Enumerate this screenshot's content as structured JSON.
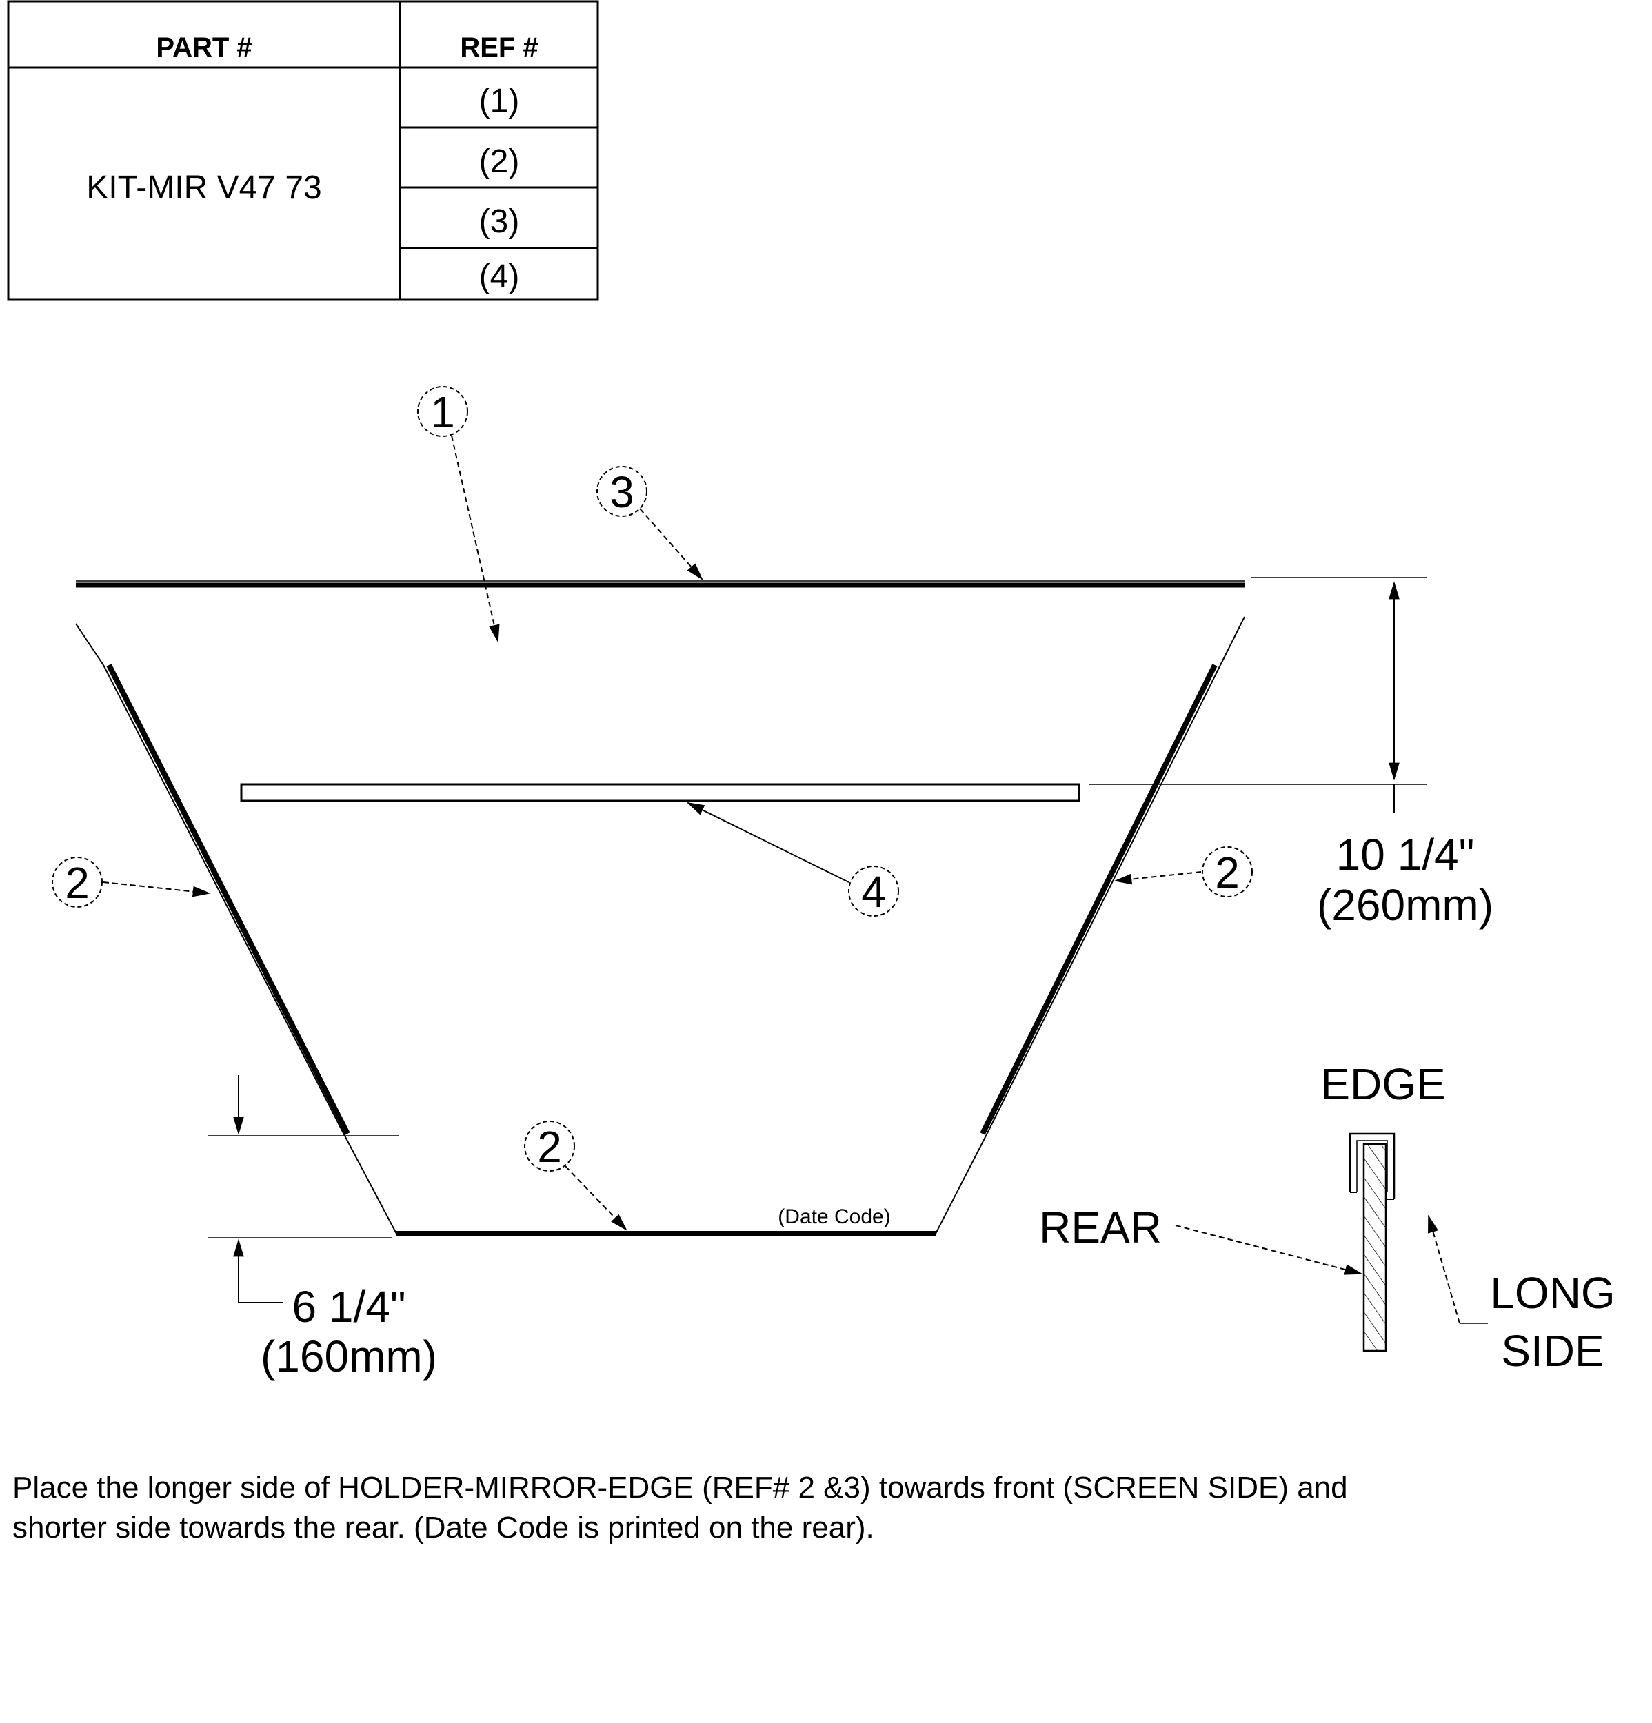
{
  "parts_table": {
    "header_part": "PART #",
    "header_ref": "REF #",
    "part_number": "KIT-MIR V47 73",
    "refs": [
      "(1)",
      "(2)",
      "(3)",
      "(4)"
    ]
  },
  "callouts": {
    "ref1": "1",
    "ref3": "3",
    "ref2_left": "2",
    "ref2_right": "2",
    "ref2_bottom": "2",
    "ref4": "4"
  },
  "date_code_label": "(Date Code)",
  "dimensions": {
    "height_in": "10 1/4\"",
    "height_mm": "(260mm)",
    "edge_offset_in": "6 1/4\"",
    "edge_offset_mm": "(160mm)"
  },
  "edge_detail": {
    "title": "EDGE",
    "rear_label": "REAR",
    "long_label": "LONG",
    "side_label": "SIDE"
  },
  "note": {
    "line1": "Place the longer side of HOLDER-MIRROR-EDGE (REF# 2 &3) towards front (SCREEN SIDE) and",
    "line2": "shorter side towards the rear. (Date Code is printed on the rear)."
  }
}
